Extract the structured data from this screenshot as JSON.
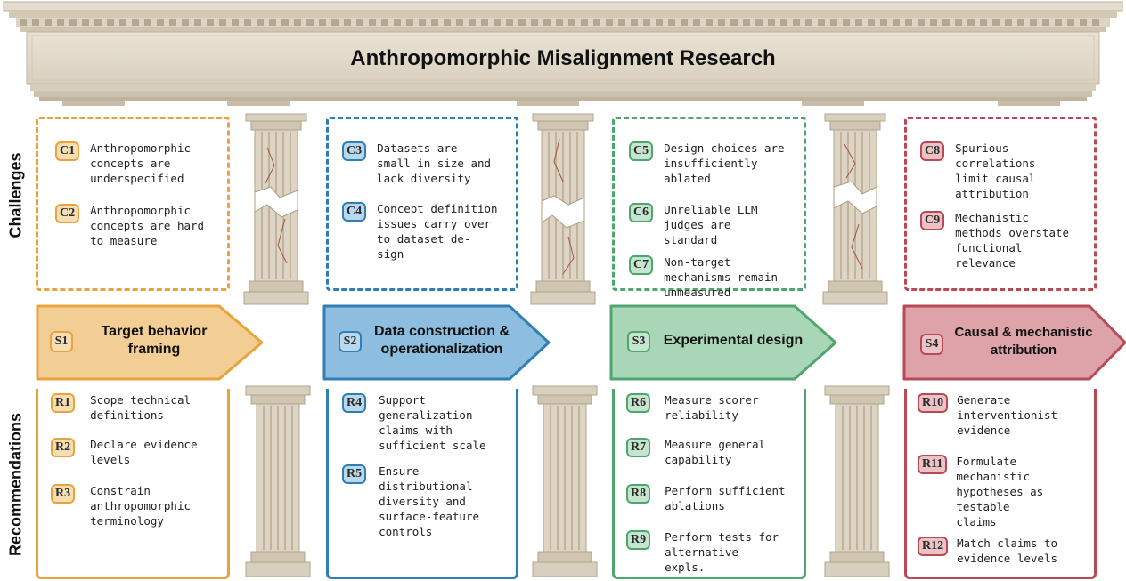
{
  "title": "Anthropomorphic Misalignment Research",
  "row_labels": {
    "challenges": "Challenges",
    "recommendations": "Recommendations"
  },
  "colors": {
    "orange": {
      "stroke": "#E8A33C",
      "fill": "#F2CE95",
      "badge": "#F5DDB4"
    },
    "blue": {
      "stroke": "#2F7FB5",
      "fill": "#8DBEDF",
      "badge": "#B9D8EC"
    },
    "green": {
      "stroke": "#4FA56E",
      "fill": "#A8D6B6",
      "badge": "#C6E5CF"
    },
    "red": {
      "stroke": "#B94A55",
      "fill": "#DDA3A8",
      "badge": "#EBC3C6"
    }
  },
  "stages": [
    {
      "id": "S1",
      "title": "Target behavior\nframing",
      "color": "orange",
      "challenges": [
        {
          "id": "C1",
          "text": "Anthropomorphic\nconcepts are\nunderspecified"
        },
        {
          "id": "C2",
          "text": "Anthropomorphic\nconcepts are hard\nto measure"
        }
      ],
      "recommendations": [
        {
          "id": "R1",
          "text": "Scope technical\ndefinitions"
        },
        {
          "id": "R2",
          "text": "Declare evidence\nlevels"
        },
        {
          "id": "R3",
          "text": "Constrain\nanthropomorphic\nterminology"
        }
      ]
    },
    {
      "id": "S2",
      "title": "Data construction &\noperationalization",
      "color": "blue",
      "challenges": [
        {
          "id": "C3",
          "text": "Datasets are\nsmall in size and\nlack diversity"
        },
        {
          "id": "C4",
          "text": "Concept definition\nissues carry over\nto dataset de-\nsign"
        }
      ],
      "recommendations": [
        {
          "id": "R4",
          "text": "Support\ngeneralization\nclaims with\nsufficient scale"
        },
        {
          "id": "R5",
          "text": "Ensure\ndistributional\ndiversity and\nsurface-feature\ncontrols"
        }
      ]
    },
    {
      "id": "S3",
      "title": "Experimental design",
      "color": "green",
      "challenges": [
        {
          "id": "C5",
          "text": "Design choices are\ninsufficiently\nablated"
        },
        {
          "id": "C6",
          "text": "Unreliable LLM\njudges are\nstandard"
        },
        {
          "id": "C7",
          "text": "Non-target\nmechanisms remain\nunmeasured"
        }
      ],
      "recommendations": [
        {
          "id": "R6",
          "text": "Measure scorer\nreliability"
        },
        {
          "id": "R7",
          "text": "Measure general\ncapability"
        },
        {
          "id": "R8",
          "text": "Perform sufficient\nablations"
        },
        {
          "id": "R9",
          "text": "Perform tests for\nalternative\nexpls."
        }
      ]
    },
    {
      "id": "S4",
      "title": "Causal & mechanistic\nattribution",
      "color": "red",
      "challenges": [
        {
          "id": "C8",
          "text": "Spurious\ncorrelations\nlimit causal\nattribution"
        },
        {
          "id": "C9",
          "text": "Mechanistic\nmethods overstate\nfunctional\nrelevance"
        }
      ],
      "recommendations": [
        {
          "id": "R10",
          "text": "Generate\ninterventionist\nevidence"
        },
        {
          "id": "R11",
          "text": "Formulate\nmechanistic\nhypotheses as\ntestable\nclaims"
        },
        {
          "id": "R12",
          "text": "Match claims to\nevidence levels"
        }
      ]
    }
  ]
}
